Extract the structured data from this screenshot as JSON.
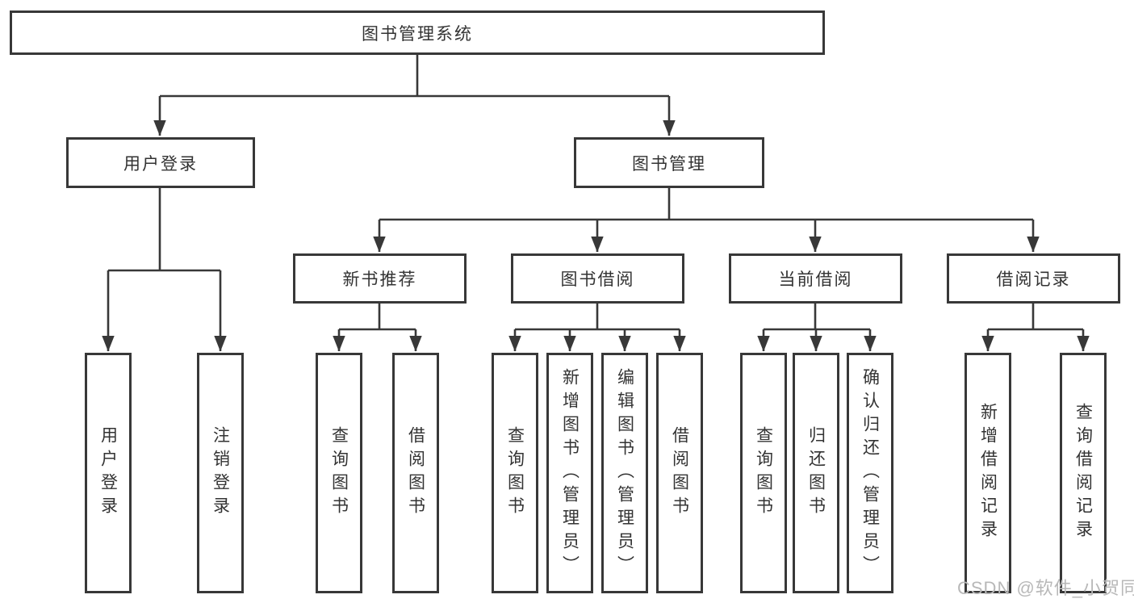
{
  "diagram": {
    "title": "图书管理系统",
    "level2": {
      "user_login": "用户登录",
      "book_management": "图书管理"
    },
    "level3": {
      "new_book_recommend": "新书推荐",
      "book_borrowing": "图书借阅",
      "current_borrowing": "当前借阅",
      "borrowing_records": "借阅记录"
    },
    "leaves": {
      "user_login": "用户登录",
      "logout": "注销登录",
      "nb_query_books": "查询图书",
      "nb_borrow_books": "借阅图书",
      "bb_query_books": "查询图书",
      "bb_add_books": "新增图书（管理员）",
      "bb_edit_books": "编辑图书（管理员）",
      "bb_borrow_books": "借阅图书",
      "cb_query_books": "查询图书",
      "cb_return_books": "归还图书",
      "cb_confirm_return": "确认归还（管理员）",
      "br_add_record": "新增借阅记录",
      "br_query_record": "查询借阅记录"
    },
    "watermark": "CSDN @软件_小贺同学",
    "colors": {
      "line": "#383838",
      "box_border": "#383838",
      "box_bg": "#ffffff",
      "text": "#333333",
      "watermark": "#b8b8b8",
      "background": "#ffffff"
    }
  }
}
